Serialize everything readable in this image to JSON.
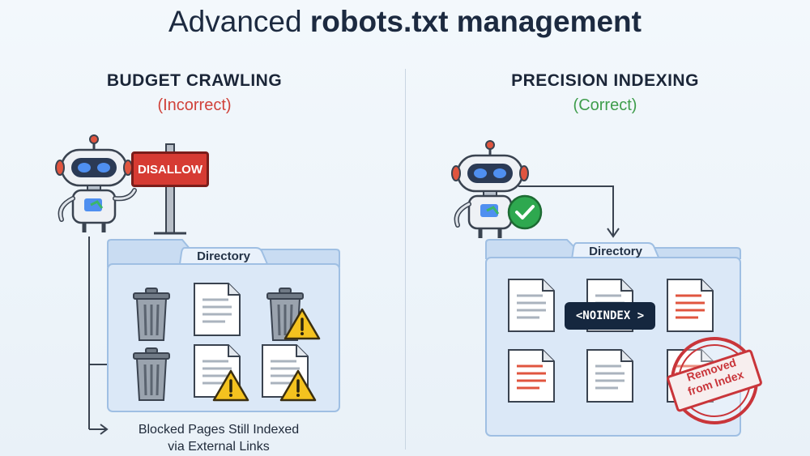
{
  "title": {
    "light": "Advanced ",
    "bold": "robots.txt management"
  },
  "left": {
    "heading": "BUDGET CRAWLING",
    "status": "(Incorrect)",
    "sign": "DISALLOW",
    "folder_label": "Directory",
    "caption_line1": "Blocked Pages Still Indexed",
    "caption_line2": "via External Links"
  },
  "right": {
    "heading": "PRECISION INDEXING",
    "status": "(Correct)",
    "folder_label": "Directory",
    "noindex_tag": "<NOINDEX >",
    "stamp_line1": "Removed",
    "stamp_line2": "from Index"
  },
  "colors": {
    "incorrect": "#d0423a",
    "correct": "#3f9d4c",
    "folder": "#dbe8f7",
    "folder_border": "#9fbfe3",
    "sign": "#d63b33",
    "tag": "#15273f"
  },
  "icons": [
    "robot-icon",
    "signpost-icon",
    "folder-icon",
    "trash-icon",
    "document-icon",
    "warning-icon",
    "check-badge-icon",
    "stamp-icon",
    "arrow-icon"
  ]
}
